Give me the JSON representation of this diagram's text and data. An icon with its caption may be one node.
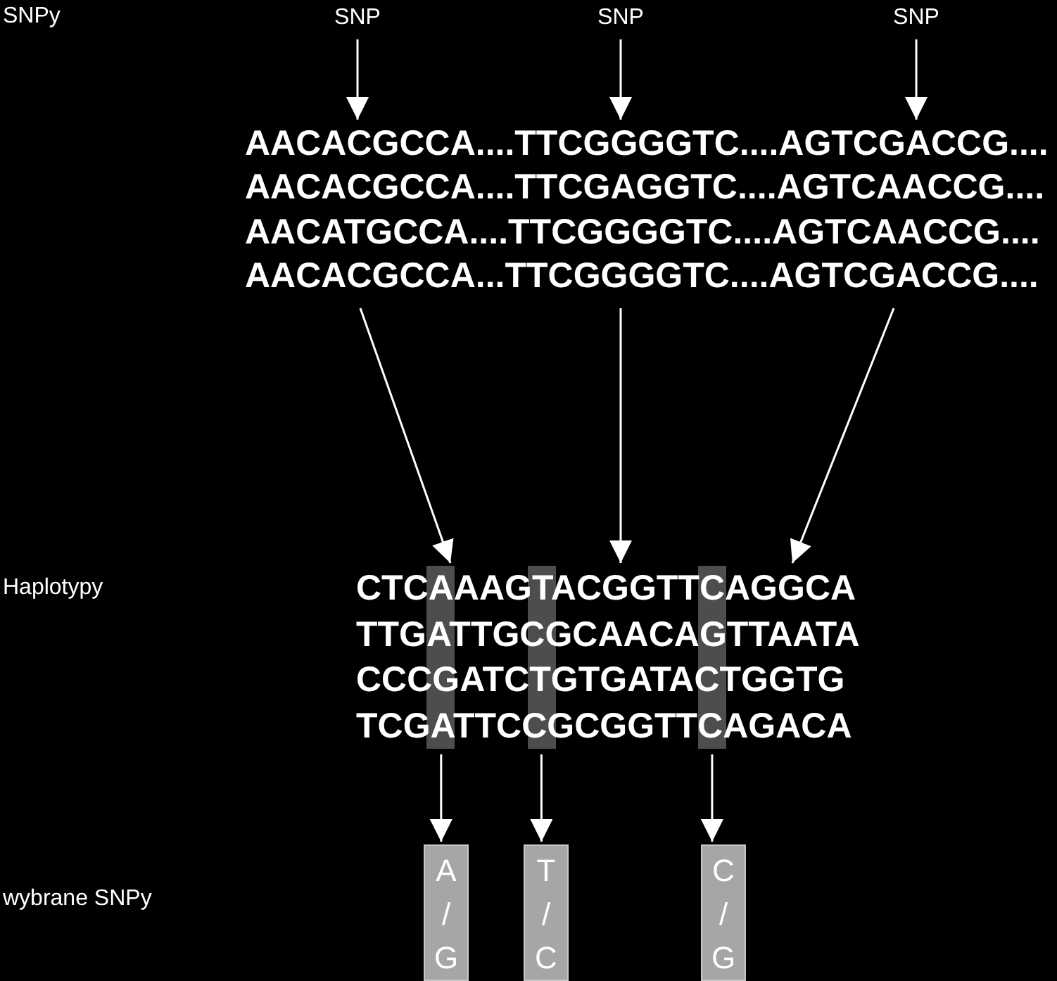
{
  "diagram": {
    "nodes": [
      {
        "text": [
          "SNP"
        ]
      },
      {
        "text": [
          "SNP"
        ]
      },
      {
        "text": [
          "SNP"
        ]
      },
      {
        "text": [
          "AACACGCCA....TTCGGGGTC....AGTCGACCG....",
          "AACACGCCA....TTCGAGGTC....AGTCAACCG....",
          "AACATGCCA....TTCGGGGTC....AGTCAACCG....",
          "AACACGCCA...TTCGGGGTC....AGTCGACCG...."
        ]
      },
      {
        "text": [
          "CTCAAAGTACGGTTCAGGCA",
          "TTGATTGCGCAACAGTTAATA",
          "CCCGATCTGTGATACTGGTG",
          "TCGATTCCGCGGTTCAGACA"
        ]
      },
      {
        "text": [],
        "shape": "bar",
        "in": 4
      },
      {
        "text": [],
        "shape": "bar",
        "in": 4
      },
      {
        "text": [],
        "shape": "bar",
        "in": 4
      },
      {
        "text": [
          "A / G"
        ]
      },
      {
        "text": [
          "T / C"
        ]
      },
      {
        "text": [
          "C / G"
        ]
      }
    ],
    "edges": [
      {
        "from": 0,
        "to": 3,
        "arrow": "to"
      },
      {
        "from": 1,
        "to": 3,
        "arrow": "to"
      },
      {
        "from": 2,
        "to": 3,
        "arrow": "to"
      },
      {
        "from": 3,
        "to": 4,
        "arrow": "to"
      },
      {
        "from": 3,
        "to": 4,
        "arrow": "to"
      },
      {
        "from": 3,
        "to": 4,
        "arrow": "to"
      },
      {
        "from": 5,
        "to": 8,
        "arrow": "to"
      },
      {
        "from": 6,
        "to": 9,
        "arrow": "to"
      },
      {
        "from": 7,
        "to": 10,
        "arrow": "to"
      }
    ],
    "labels": [
      "SNPy",
      "Haplotypy",
      "wybrane SNPy"
    ]
  }
}
